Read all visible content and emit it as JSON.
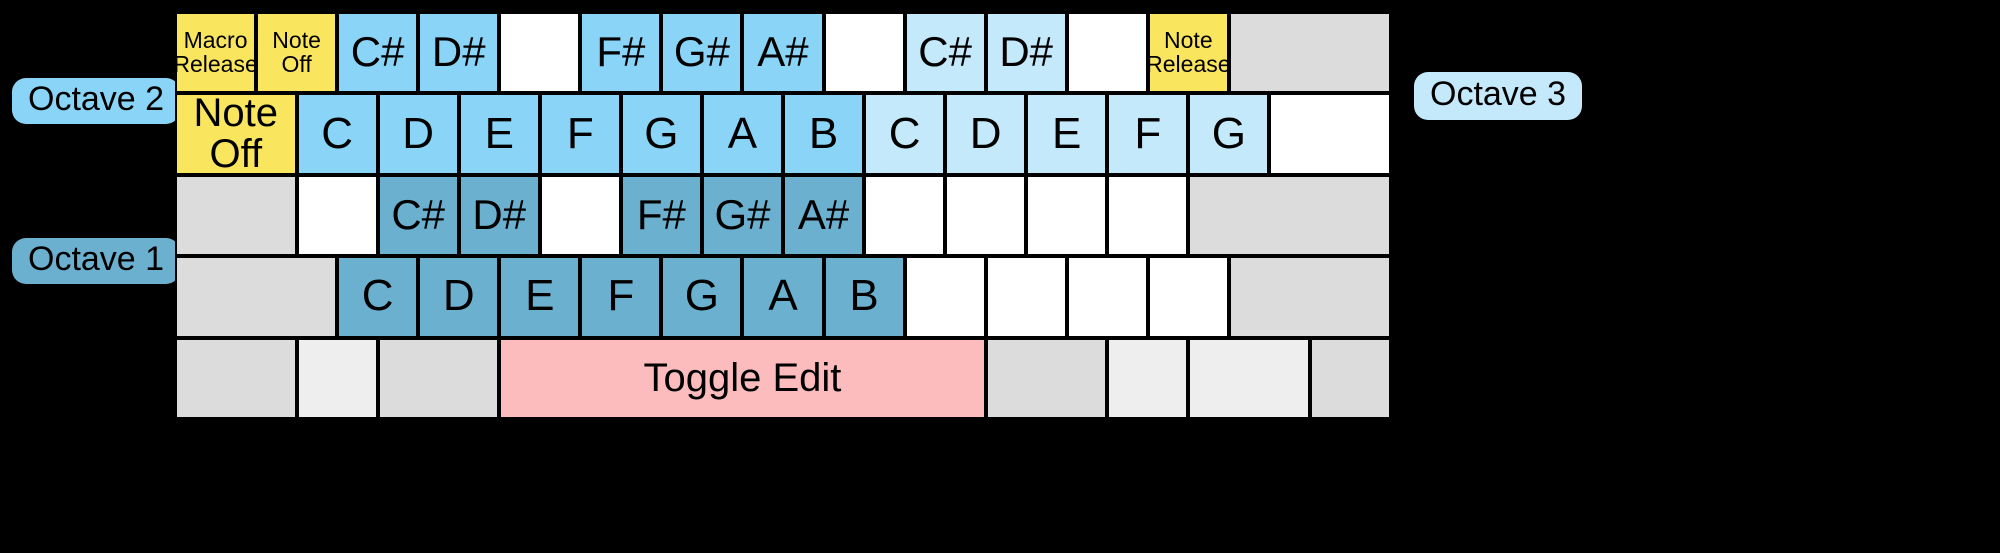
{
  "app": {
    "title": "Keyboard Note Map Overlay",
    "colors": {
      "black_key_octave2": "#8ad5f7",
      "white_key_octave2": "#8ad5f7",
      "octave3": "#c3e9fb",
      "octave1": "#6cb0cf",
      "special_yellow": "#fae55f",
      "toggle_pink": "#fcbcbd",
      "disabled_gray": "#dcdcdc",
      "unassigned_white": "#ffffff"
    }
  },
  "labels": {
    "octave_2": "Octave 2",
    "octave_1": "Octave 1",
    "octave_3": "Octave 3"
  },
  "keyboard": {
    "columns": 15,
    "rows": 5,
    "rows_data": [
      {
        "row": 1,
        "cells": [
          {
            "span": 2,
            "text": "Macro\nRelease",
            "fill": "f-yellow",
            "size": "t-small",
            "interactable": true
          },
          {
            "span": 2,
            "text": "Note\nOff",
            "fill": "f-yellow",
            "size": "t-small",
            "interactable": true
          },
          {
            "span": 2,
            "text": "C#",
            "fill": "f-blue",
            "size": "t-sharp",
            "interactable": true
          },
          {
            "span": 2,
            "text": "D#",
            "fill": "f-blue",
            "size": "t-sharp",
            "interactable": true
          },
          {
            "span": 2,
            "text": "",
            "fill": "f-white",
            "size": "t-sharp",
            "interactable": true
          },
          {
            "span": 2,
            "text": "F#",
            "fill": "f-blue",
            "size": "t-sharp",
            "interactable": true
          },
          {
            "span": 2,
            "text": "G#",
            "fill": "f-blue",
            "size": "t-sharp",
            "interactable": true
          },
          {
            "span": 2,
            "text": "A#",
            "fill": "f-blue",
            "size": "t-sharp",
            "interactable": true
          },
          {
            "span": 2,
            "text": "",
            "fill": "f-white",
            "size": "t-sharp",
            "interactable": true
          },
          {
            "span": 2,
            "text": "C#",
            "fill": "f-blue-l",
            "size": "t-sharp",
            "interactable": true
          },
          {
            "span": 2,
            "text": "D#",
            "fill": "f-blue-l",
            "size": "t-sharp",
            "interactable": true
          },
          {
            "span": 2,
            "text": "",
            "fill": "f-white",
            "size": "t-sharp",
            "interactable": true
          },
          {
            "span": 2,
            "text": "Note\nRelease",
            "fill": "f-yellow",
            "size": "t-small",
            "interactable": true
          },
          {
            "span": 4,
            "text": "",
            "fill": "f-gray",
            "size": "t-sharp",
            "interactable": false
          }
        ]
      },
      {
        "row": 2,
        "cells": [
          {
            "span": 3,
            "text": "Note\nOff",
            "fill": "f-yellow",
            "size": "t-big",
            "interactable": true
          },
          {
            "span": 2,
            "text": "C",
            "fill": "f-blue",
            "size": "t-note",
            "interactable": true
          },
          {
            "span": 2,
            "text": "D",
            "fill": "f-blue",
            "size": "t-note",
            "interactable": true
          },
          {
            "span": 2,
            "text": "E",
            "fill": "f-blue",
            "size": "t-note",
            "interactable": true
          },
          {
            "span": 2,
            "text": "F",
            "fill": "f-blue",
            "size": "t-note",
            "interactable": true
          },
          {
            "span": 2,
            "text": "G",
            "fill": "f-blue",
            "size": "t-note",
            "interactable": true
          },
          {
            "span": 2,
            "text": "A",
            "fill": "f-blue",
            "size": "t-note",
            "interactable": true
          },
          {
            "span": 2,
            "text": "B",
            "fill": "f-blue",
            "size": "t-note",
            "interactable": true
          },
          {
            "span": 2,
            "text": "C",
            "fill": "f-blue-l",
            "size": "t-note",
            "interactable": true
          },
          {
            "span": 2,
            "text": "D",
            "fill": "f-blue-l",
            "size": "t-note",
            "interactable": true
          },
          {
            "span": 2,
            "text": "E",
            "fill": "f-blue-l",
            "size": "t-note",
            "interactable": true
          },
          {
            "span": 2,
            "text": "F",
            "fill": "f-blue-l",
            "size": "t-note",
            "interactable": true
          },
          {
            "span": 2,
            "text": "G",
            "fill": "f-blue-l",
            "size": "t-note",
            "interactable": true
          },
          {
            "span": 3,
            "text": "",
            "fill": "f-white",
            "size": "t-note",
            "interactable": true
          }
        ]
      },
      {
        "row": 3,
        "cells": [
          {
            "span": 3,
            "text": "",
            "fill": "f-gray",
            "size": "t-sharp",
            "interactable": false
          },
          {
            "span": 2,
            "text": "",
            "fill": "f-white",
            "size": "t-sharp",
            "interactable": true
          },
          {
            "span": 2,
            "text": "C#",
            "fill": "f-blue-d",
            "size": "t-sharp",
            "interactable": true
          },
          {
            "span": 2,
            "text": "D#",
            "fill": "f-blue-d",
            "size": "t-sharp",
            "interactable": true
          },
          {
            "span": 2,
            "text": "",
            "fill": "f-white",
            "size": "t-sharp",
            "interactable": true
          },
          {
            "span": 2,
            "text": "F#",
            "fill": "f-blue-d",
            "size": "t-sharp",
            "interactable": true
          },
          {
            "span": 2,
            "text": "G#",
            "fill": "f-blue-d",
            "size": "t-sharp",
            "interactable": true
          },
          {
            "span": 2,
            "text": "A#",
            "fill": "f-blue-d",
            "size": "t-sharp",
            "interactable": true
          },
          {
            "span": 2,
            "text": "",
            "fill": "f-white",
            "size": "t-sharp",
            "interactable": true
          },
          {
            "span": 2,
            "text": "",
            "fill": "f-white",
            "size": "t-sharp",
            "interactable": true
          },
          {
            "span": 2,
            "text": "",
            "fill": "f-white",
            "size": "t-sharp",
            "interactable": true
          },
          {
            "span": 2,
            "text": "",
            "fill": "f-white",
            "size": "t-sharp",
            "interactable": true
          },
          {
            "span": 5,
            "text": "",
            "fill": "f-gray",
            "size": "t-sharp",
            "interactable": false
          }
        ]
      },
      {
        "row": 4,
        "cells": [
          {
            "span": 4,
            "text": "",
            "fill": "f-gray",
            "size": "t-note",
            "interactable": false
          },
          {
            "span": 2,
            "text": "C",
            "fill": "f-blue-d",
            "size": "t-note",
            "interactable": true
          },
          {
            "span": 2,
            "text": "D",
            "fill": "f-blue-d",
            "size": "t-note",
            "interactable": true
          },
          {
            "span": 2,
            "text": "E",
            "fill": "f-blue-d",
            "size": "t-note",
            "interactable": true
          },
          {
            "span": 2,
            "text": "F",
            "fill": "f-blue-d",
            "size": "t-note",
            "interactable": true
          },
          {
            "span": 2,
            "text": "G",
            "fill": "f-blue-d",
            "size": "t-note",
            "interactable": true
          },
          {
            "span": 2,
            "text": "A",
            "fill": "f-blue-d",
            "size": "t-note",
            "interactable": true
          },
          {
            "span": 2,
            "text": "B",
            "fill": "f-blue-d",
            "size": "t-note",
            "interactable": true
          },
          {
            "span": 2,
            "text": "",
            "fill": "f-white",
            "size": "t-note",
            "interactable": true
          },
          {
            "span": 2,
            "text": "",
            "fill": "f-white",
            "size": "t-note",
            "interactable": true
          },
          {
            "span": 2,
            "text": "",
            "fill": "f-white",
            "size": "t-note",
            "interactable": true
          },
          {
            "span": 2,
            "text": "",
            "fill": "f-white",
            "size": "t-note",
            "interactable": true
          },
          {
            "span": 4,
            "text": "",
            "fill": "f-gray",
            "size": "t-note",
            "interactable": false
          }
        ]
      },
      {
        "row": 5,
        "cells": [
          {
            "span": 3,
            "text": "",
            "fill": "f-gray",
            "size": "t-big",
            "interactable": false
          },
          {
            "span": 2,
            "text": "",
            "fill": "f-gray2",
            "size": "t-big",
            "interactable": false
          },
          {
            "span": 3,
            "text": "",
            "fill": "f-gray",
            "size": "t-big",
            "interactable": false
          },
          {
            "span": 12,
            "text": "Toggle Edit",
            "fill": "f-pink",
            "size": "t-big",
            "interactable": true
          },
          {
            "span": 3,
            "text": "",
            "fill": "f-gray",
            "size": "t-big",
            "interactable": false
          },
          {
            "span": 2,
            "text": "",
            "fill": "f-gray2",
            "size": "t-big",
            "interactable": false
          },
          {
            "span": 3,
            "text": "",
            "fill": "f-gray2",
            "size": "t-big",
            "interactable": false
          },
          {
            "span": 2,
            "text": "",
            "fill": "f-gray",
            "size": "t-big",
            "interactable": false
          }
        ]
      }
    ]
  }
}
